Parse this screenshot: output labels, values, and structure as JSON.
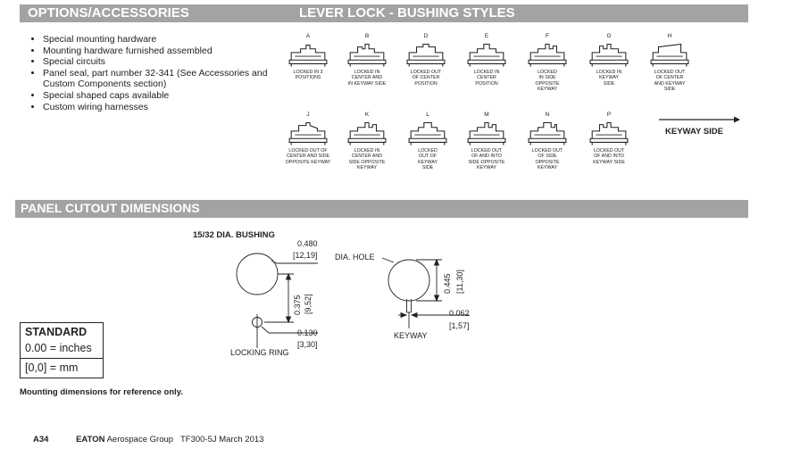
{
  "header": {
    "options_title": "OPTIONS/ACCESSORIES",
    "lever_title": "LEVER LOCK - BUSHING STYLES"
  },
  "options": [
    "Special mounting hardware",
    "Mounting hardware furnished assembled",
    "Special circuits",
    "Panel seal, part number 32-341 (See Accessories and Custom Components section)",
    "Special shaped caps available",
    "Custom wiring harnesses"
  ],
  "bushing_styles": [
    {
      "letter": "A",
      "caption": [
        "LOCKED IN 3",
        "POSITIONS"
      ]
    },
    {
      "letter": "B",
      "caption": [
        "LOCKED IN",
        "CENTER AND",
        "IN KEYWAY SIDE"
      ]
    },
    {
      "letter": "D",
      "caption": [
        "LOCKED OUT",
        "OF CENTER",
        "POSITION"
      ]
    },
    {
      "letter": "E",
      "caption": [
        "LOCKED IN",
        "CENTER",
        "POSITION"
      ]
    },
    {
      "letter": "F",
      "caption": [
        "LOCKED",
        "IN SIDE",
        "OPPOSITE",
        "KEYWAY"
      ]
    },
    {
      "letter": "G",
      "caption": [
        "LOCKED IN",
        "KEYWAY",
        "SIDE"
      ]
    },
    {
      "letter": "H",
      "caption": [
        "LOCKED OUT",
        "OF CENTER",
        "AND KEYWAY",
        "SIDE"
      ]
    },
    {
      "letter": "J",
      "caption": [
        "LOCKED OUT OF",
        "CENTER AND SIDE",
        "OPPOSITE KEYWAY"
      ]
    },
    {
      "letter": "K",
      "caption": [
        "LOCKED IN",
        "CENTER AND",
        "SIDE OPPOSITE",
        "KEYWAY"
      ]
    },
    {
      "letter": "L",
      "caption": [
        "LOCKED",
        "OUT OF",
        "KEYWAY",
        "SIDE"
      ]
    },
    {
      "letter": "M",
      "caption": [
        "LOCKED OUT",
        "OF AND INTO",
        "SIDE OPPOSITE",
        "KEYWAY"
      ]
    },
    {
      "letter": "N",
      "caption": [
        "LOCKED OUT",
        "OF SIDE",
        "OPPOSITE",
        "KEYWAY"
      ]
    },
    {
      "letter": "P",
      "caption": [
        "LOCKED OUT",
        "OF AND INTO",
        "KEYWAY SIDE"
      ]
    }
  ],
  "keyway_side_label": "KEYWAY SIDE",
  "panel": {
    "title": "PANEL CUTOUT DIMENSIONS",
    "bushing_label": "15/32 DIA. BUSHING",
    "dim_480": "0.480",
    "dim_480_mm": "[12,19]",
    "dim_375": "0.375",
    "dim_375_mm": "[9,52]",
    "dim_130": "0.130",
    "dim_130_mm": "[3,30]",
    "locking_ring": "LOCKING RING",
    "dia_hole": "DIA. HOLE",
    "dim_445": "0.445",
    "dim_445_mm": "[11,30]",
    "dim_062": "0.062",
    "dim_062_mm": "[1,57]",
    "keyway": "KEYWAY"
  },
  "standard": {
    "title": "STANDARD",
    "inches": "0.00 = inches",
    "mm": "[0,0] = mm"
  },
  "footnote": "Mounting dimensions for reference only.",
  "footer": {
    "page": "A34",
    "brand": "EATON",
    "group": "Aerospace Group",
    "doc": "TF300-5J",
    "date": "March 2013"
  }
}
